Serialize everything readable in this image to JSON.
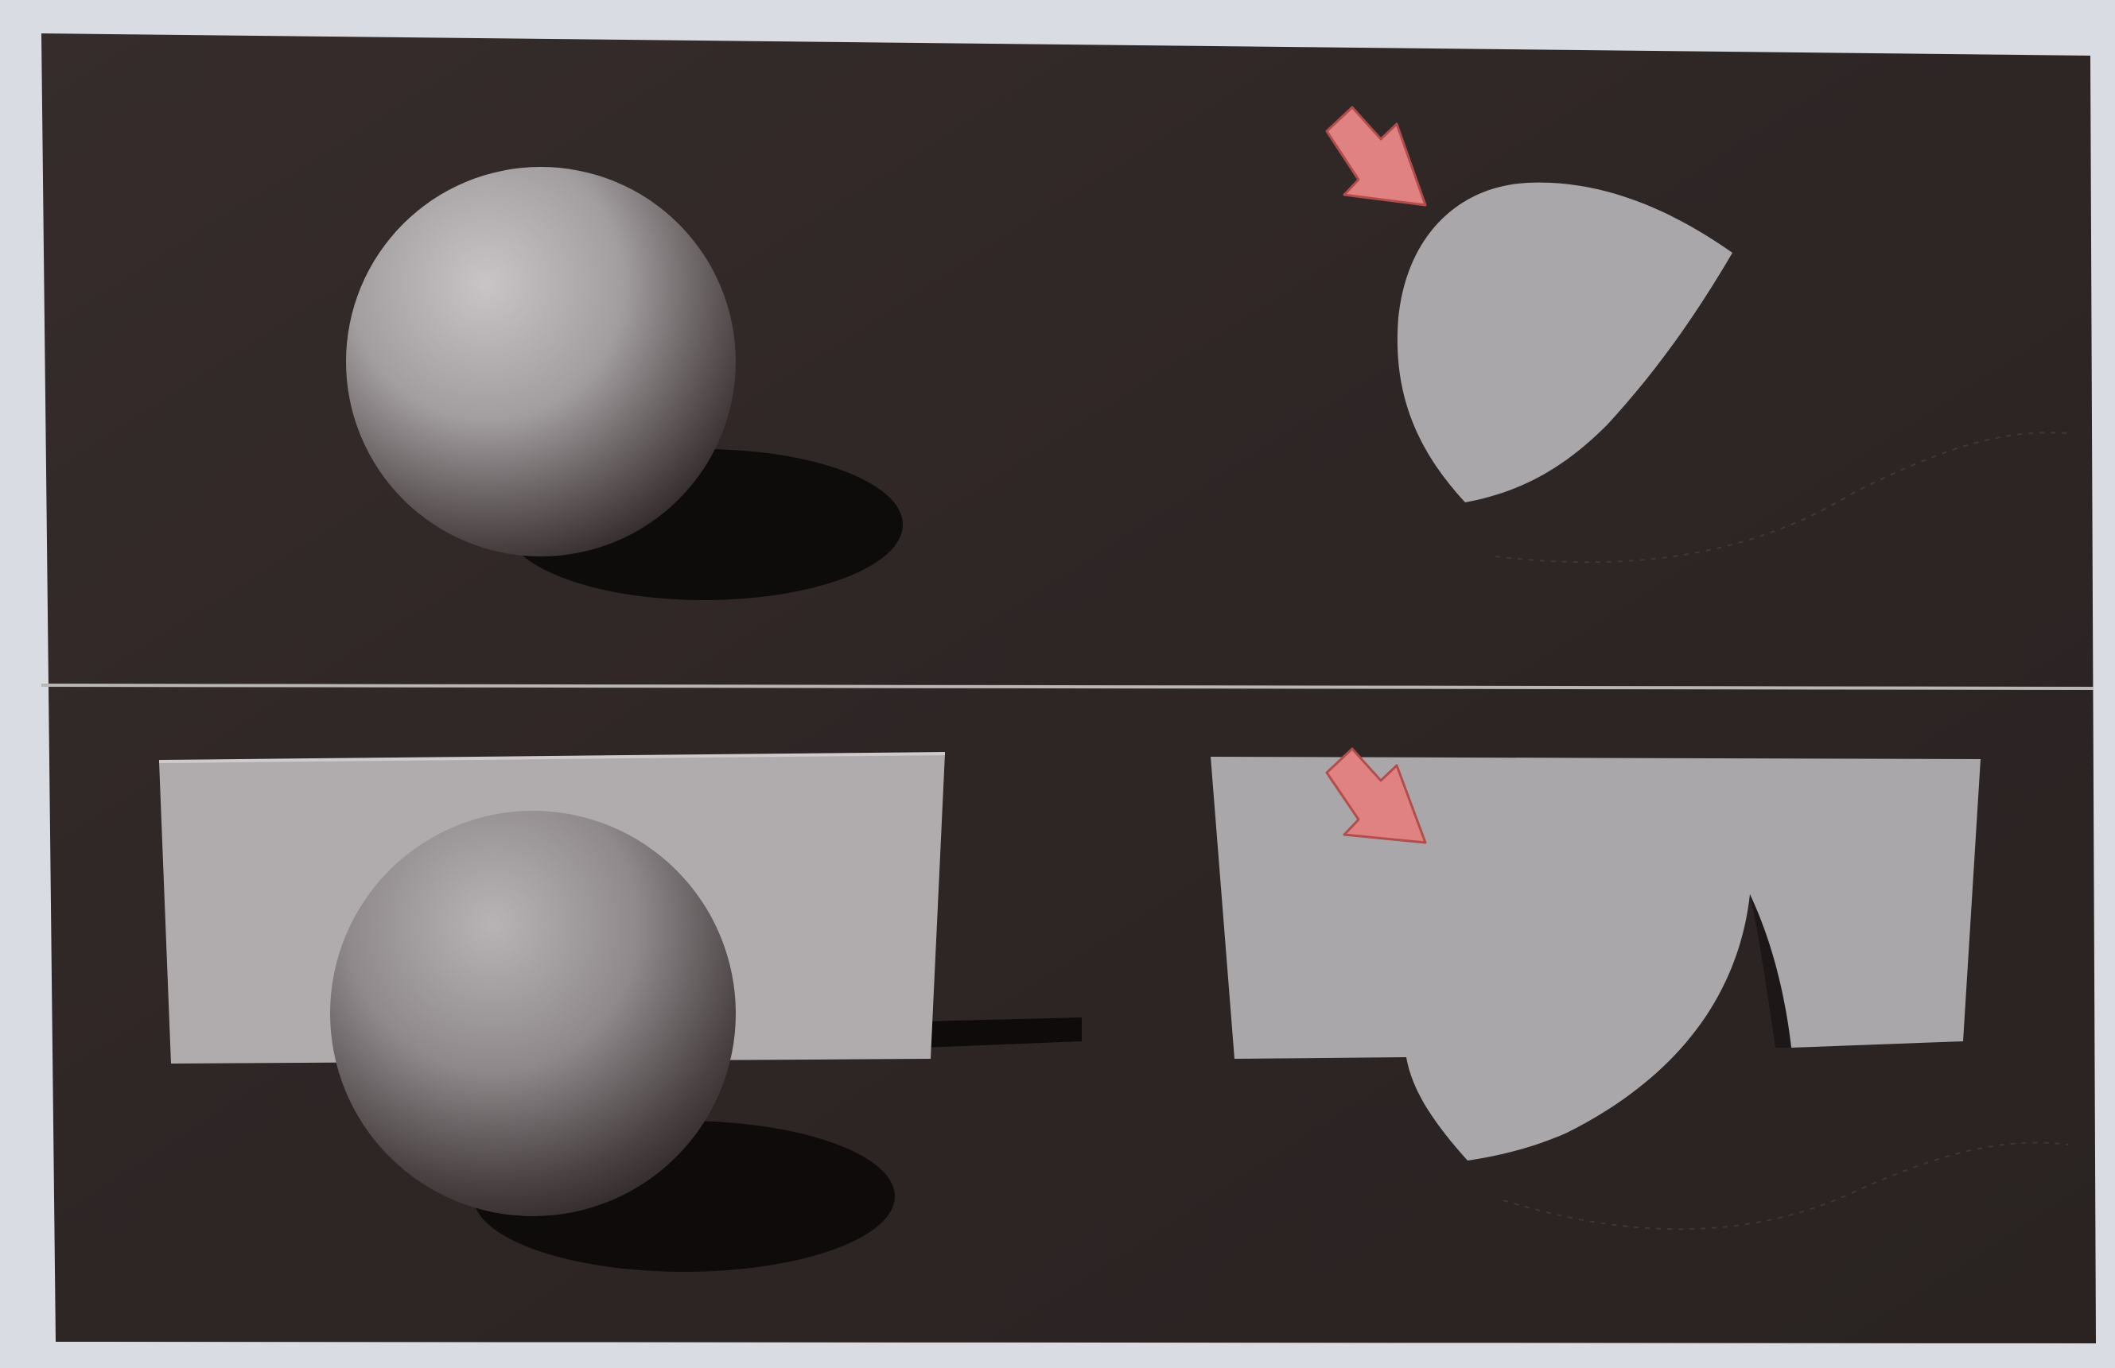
{
  "photo": {
    "page_color": "#d9dcE2",
    "background_color": "#2e2625",
    "divider_color": "#b9b6b6",
    "sphere_light": "#c3bfc1",
    "sphere_dark": "#2c2425",
    "flat_shape_color": "#aaa7aa",
    "card_color": "#b0acae",
    "shadow_color": "#0c0909",
    "arrow_fill": "#e08282",
    "arrow_stroke": "#b34d4d"
  },
  "panels": [
    {
      "name": "top",
      "left_scene": [
        "sphere",
        "cast-shadow"
      ],
      "right_scene": [
        "flat-silhouette",
        "arrow-icon"
      ]
    },
    {
      "name": "bottom",
      "left_scene": [
        "card",
        "sphere",
        "cast-shadow",
        "card-shadow"
      ],
      "right_scene": [
        "card-with-silhouette",
        "arrow-icon"
      ]
    }
  ]
}
